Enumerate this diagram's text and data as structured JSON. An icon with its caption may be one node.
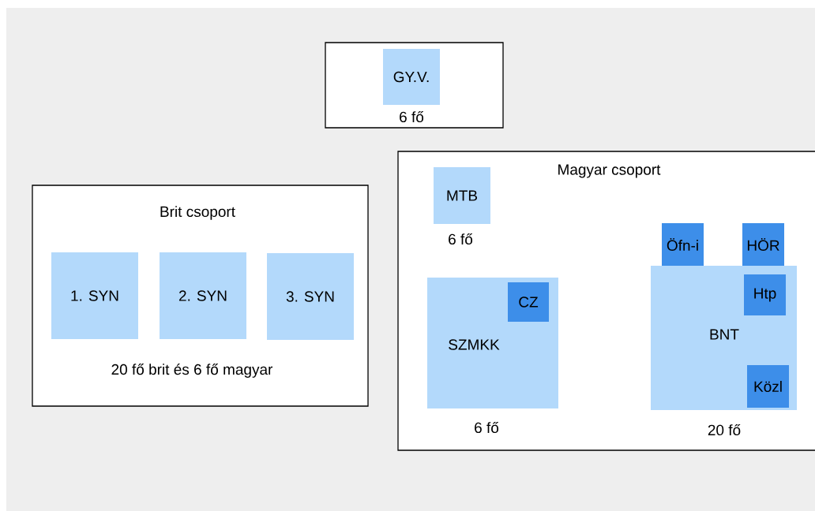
{
  "diagram": {
    "nodes": [
      {
        "text": [],
        "shape": "box"
      },
      {
        "text": [
          "GY.V."
        ],
        "in": 0,
        "beside": [
          "6 fő"
        ]
      },
      {
        "text": [
          "Brit csoport",
          "20 fő brit és 6 fő magyar"
        ]
      },
      {
        "text": [
          "1. SYN"
        ],
        "in": 2
      },
      {
        "text": [
          "2. SYN"
        ],
        "in": 2
      },
      {
        "text": [
          "3. SYN"
        ],
        "in": 2
      },
      {
        "text": [
          "Magyar csoport"
        ]
      },
      {
        "text": [
          "MTB"
        ],
        "in": 6,
        "beside": [
          "6 fő"
        ]
      },
      {
        "text": [
          "SZMKK"
        ],
        "in": 6,
        "beside": [
          "6 fő"
        ]
      },
      {
        "text": [
          "CZ"
        ],
        "in": 8
      },
      {
        "text": [
          "Öfn-i"
        ],
        "in": 6
      },
      {
        "text": [
          "HÖR"
        ],
        "in": 6
      },
      {
        "text": [
          "BNT"
        ],
        "in": 6,
        "beside": [
          "20 fő"
        ]
      },
      {
        "text": [
          "Htp"
        ],
        "in": 12
      },
      {
        "text": [
          "Közl"
        ],
        "in": 12
      }
    ]
  }
}
